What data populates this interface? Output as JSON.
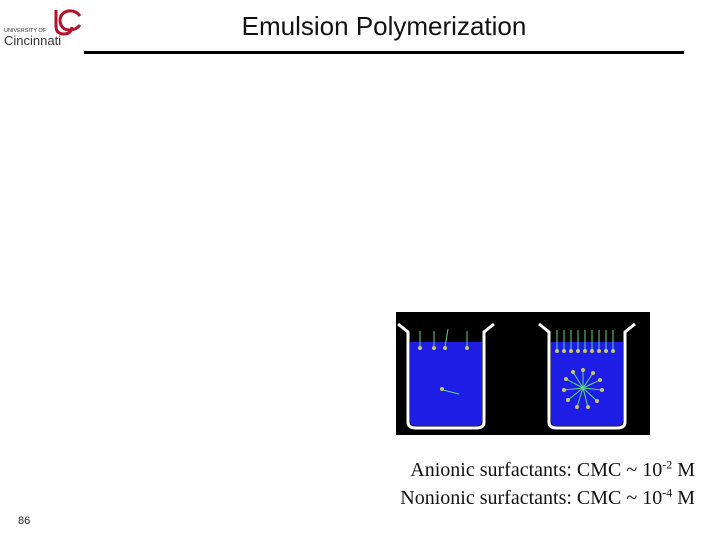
{
  "header": {
    "logo_small_text": "UNIVERSITY OF",
    "logo_main_text": "Cincinnati",
    "logo_mark": "UC",
    "title": "Emulsion Polymerization"
  },
  "figure": {
    "background_color": "#000000",
    "water_color": "#1d1de6",
    "surfactant_head_color": "#c8c86a",
    "surfactant_tail_color": "#5fd68a"
  },
  "caption": {
    "line1_prefix": "Anionic surfactants: CMC ~ 10",
    "line1_exp": "-2",
    "line1_suffix": " M",
    "line2_prefix": "Nonionic surfactants: CMC ~ 10",
    "line2_exp": "-4",
    "line2_suffix": " M"
  },
  "footer": {
    "page_number": "86"
  }
}
